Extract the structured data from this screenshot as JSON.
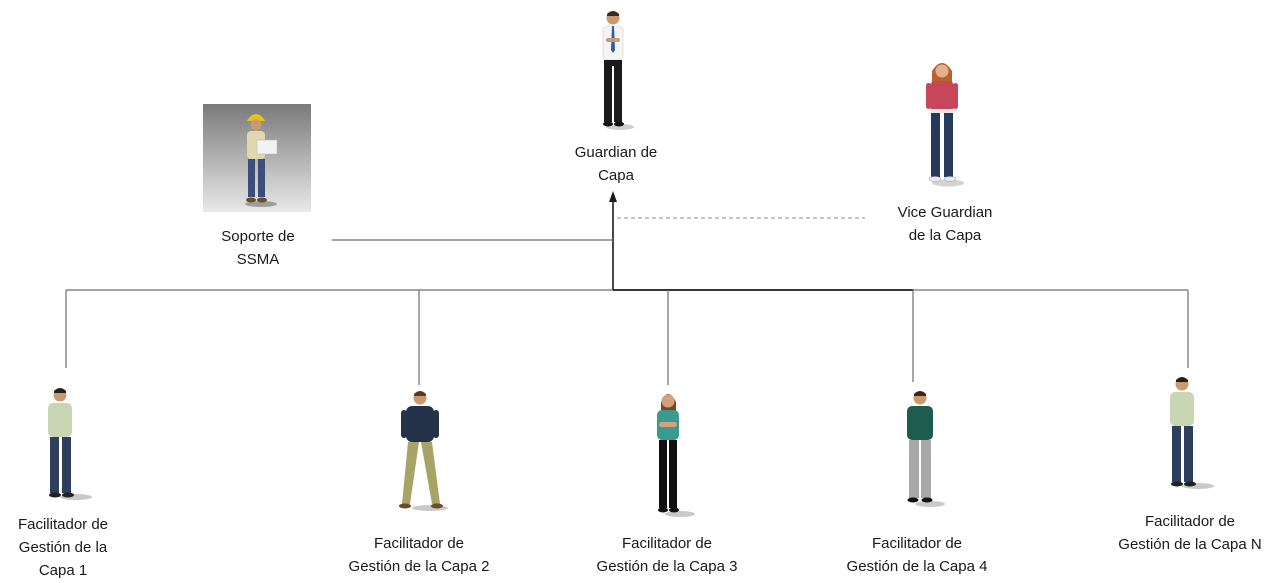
{
  "nodes": {
    "guardian": {
      "label": "Guardian de\nCapa",
      "figure": "man-tie-figure"
    },
    "vice": {
      "label": "Vice Guardian\nde la Capa",
      "figure": "woman-red-top-figure"
    },
    "soporte": {
      "label": "Soporte de\nSSMA",
      "figure": "construction-worker-figure"
    },
    "facilitadores": [
      {
        "label": "Facilitador de\nGestión de la\nCapa 1",
        "figure": "man-light-shirt-figure"
      },
      {
        "label": "Facilitador de\nGestión de la Capa 2",
        "figure": "man-navy-shirt-figure"
      },
      {
        "label": "Facilitador de\nGestión de la Capa 3",
        "figure": "woman-teal-top-figure"
      },
      {
        "label": "Facilitador de\nGestión de la Capa 4",
        "figure": "man-green-sweater-figure"
      },
      {
        "label": "Facilitador de\nGestión de la Capa N",
        "figure": "man-light-shirt-figure"
      }
    ]
  },
  "colors": {
    "line": "#1a1a1a",
    "dashed_line": "#8a8a8a"
  }
}
